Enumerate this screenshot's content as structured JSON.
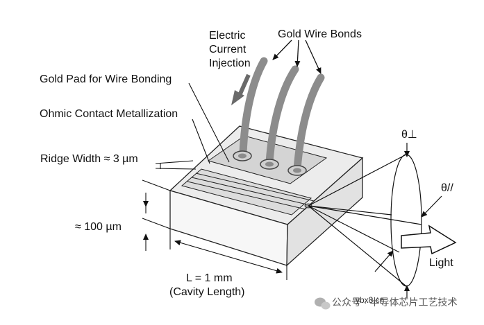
{
  "labels": {
    "electric_line1": "Electric",
    "electric_line2": "Current",
    "electric_line3": "Injection",
    "gold_wire_bonds": "Gold Wire Bonds",
    "gold_pad": "Gold Pad for Wire Bonding",
    "ohmic_contact": "Ohmic Contact Metallization",
    "ridge_width": "Ridge Width ≈ 3 µm",
    "thickness": "≈ 100 µm",
    "length_line1": "L = 1 mm",
    "length_line2": "(Cavity Length)",
    "theta_perp": "θ⊥",
    "theta_par": "θ//",
    "light": "Light"
  },
  "watermark": {
    "channel_text": "公众号 · 半导体芯片工艺技术",
    "site_text": "ybx8.cn"
  },
  "colors": {
    "wire": "#8c8c8c",
    "pad": "#d8d8d8",
    "chip_top": "#ececec",
    "chip_side": "#f4f4f4",
    "line": "#222222"
  }
}
